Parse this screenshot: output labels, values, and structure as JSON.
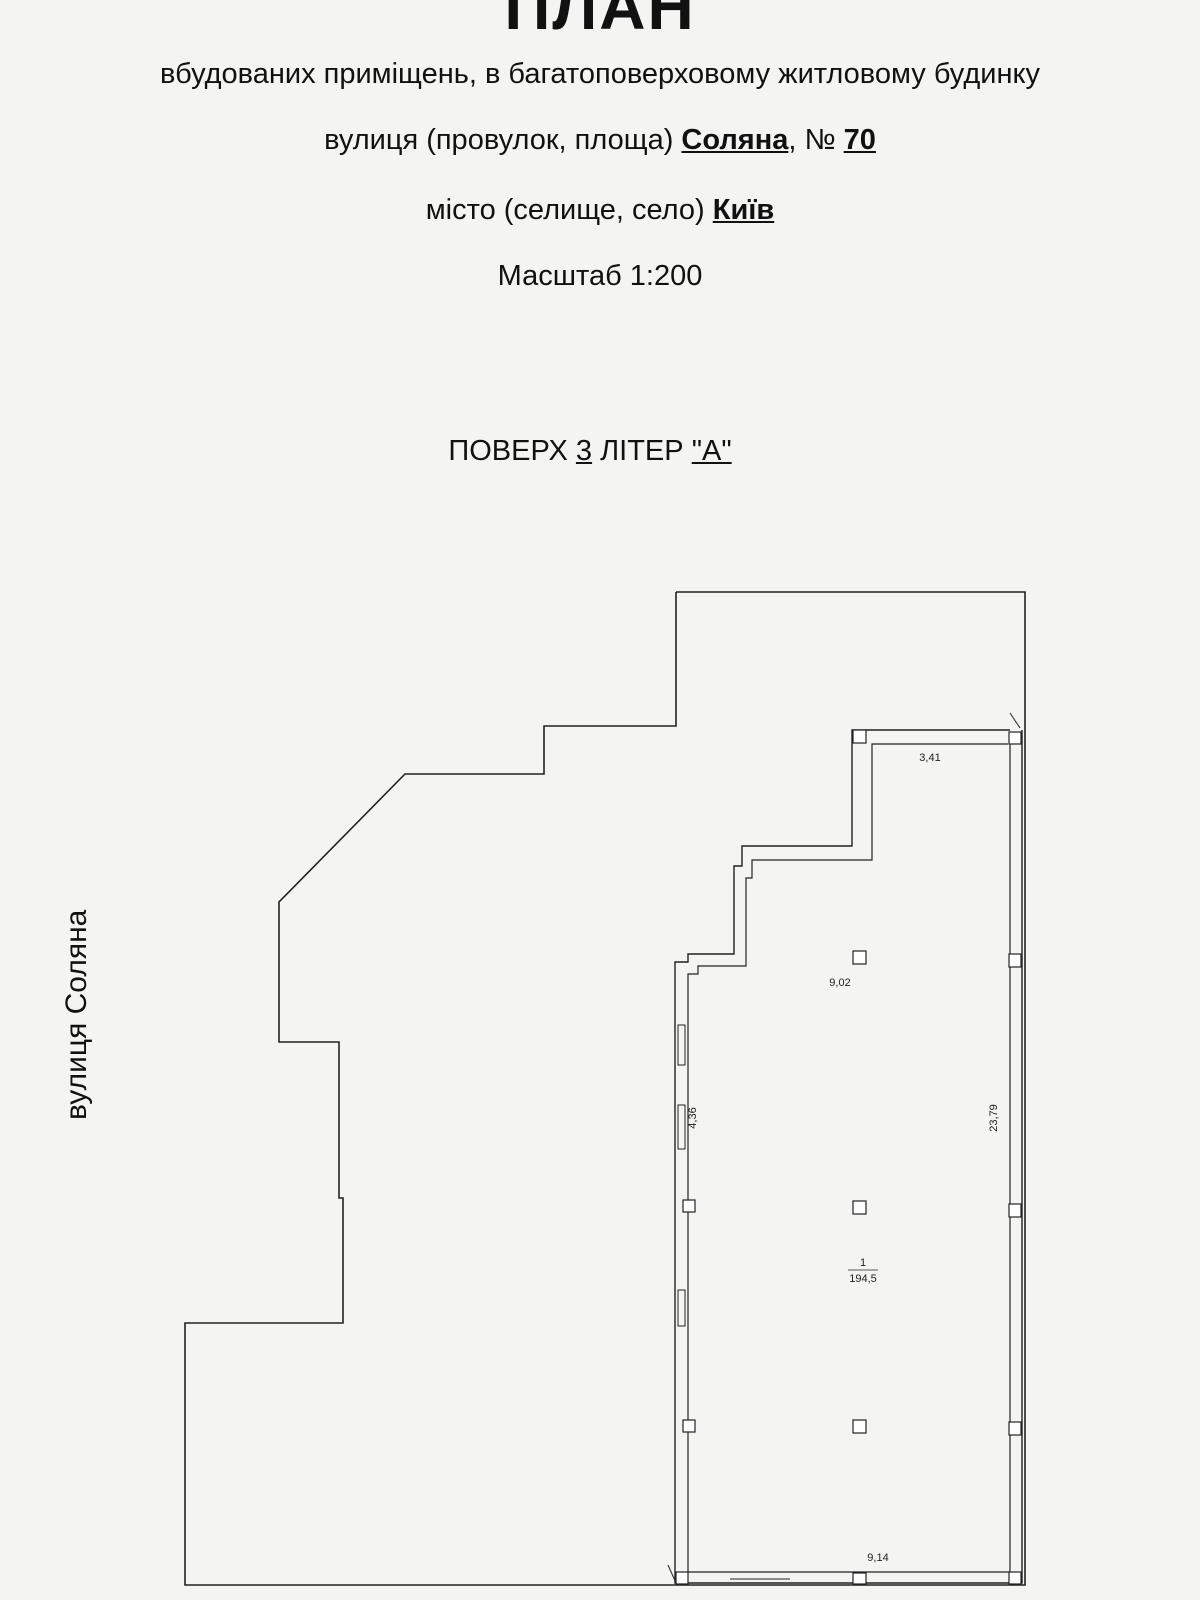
{
  "header": {
    "title": "ПЛАН",
    "line1": "вбудованих приміщень, в багатоповерховому житловому будинку",
    "street_prefix": "вулиця (провулок, площа)",
    "street_name": "Соляна",
    "number_prefix": ", №",
    "number": "70",
    "city_prefix": "місто (селище, село)",
    "city": "Київ",
    "scale": "Масштаб 1:200"
  },
  "floor": {
    "prefix": "ПОВЕРХ",
    "number": "3",
    "middle": "ЛІТЕР",
    "letter": "\"А\""
  },
  "street_label": "вулиця Соляна",
  "dimensions": {
    "top": "3,41",
    "inner_width": "9,02",
    "wall_small": "4,36",
    "length": "23,79",
    "bottom": "9,14"
  },
  "room": {
    "number": "1",
    "area": "194,5"
  }
}
